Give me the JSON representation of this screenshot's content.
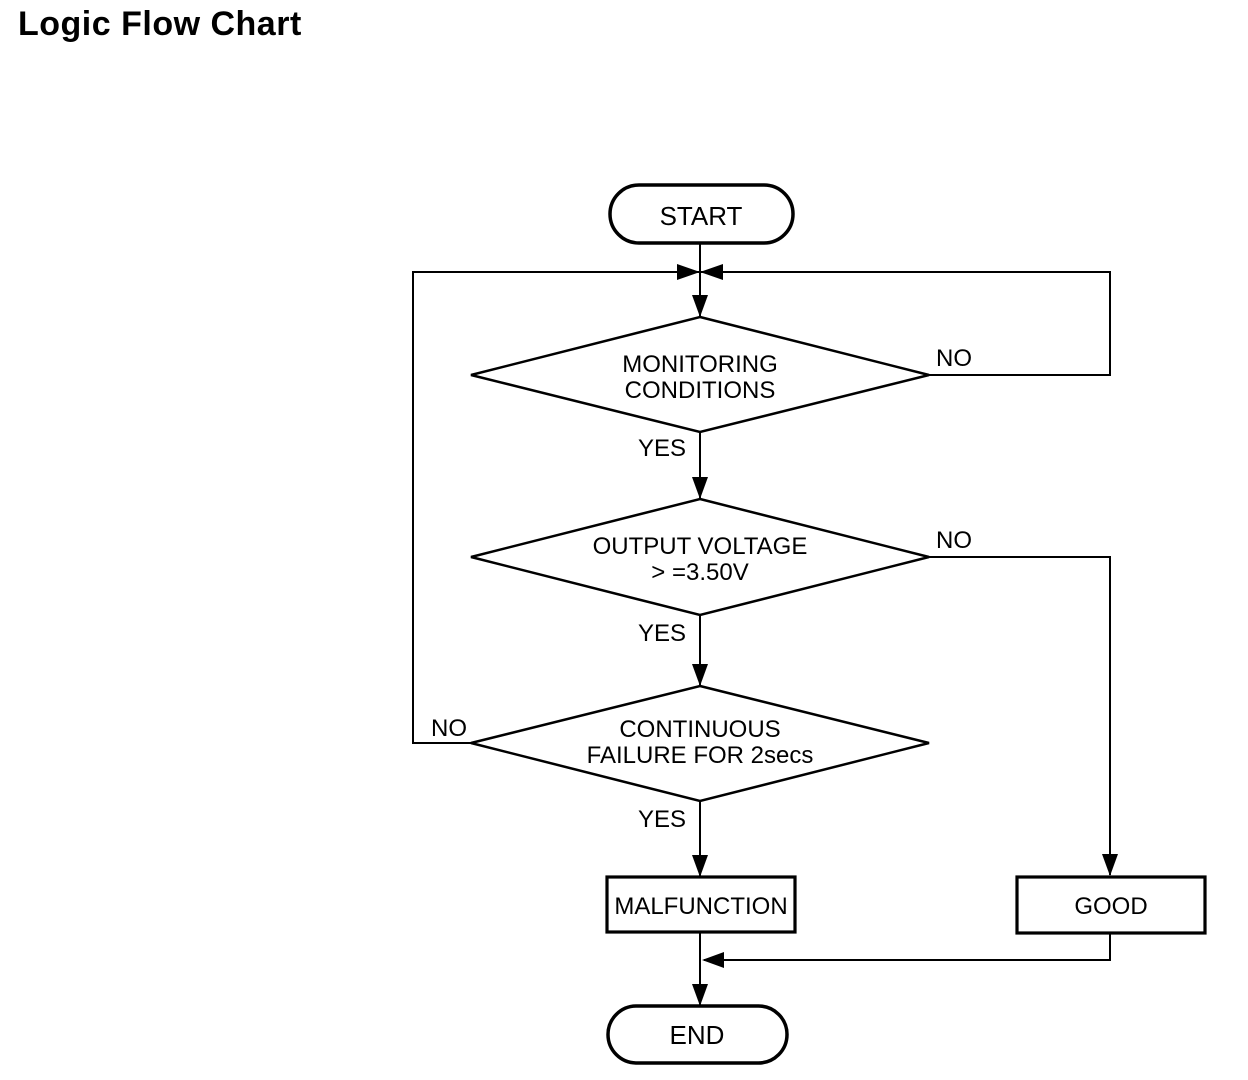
{
  "title": "Logic Flow Chart",
  "colors": {
    "ink": "#000000",
    "background": "#ffffff"
  },
  "flowchart": {
    "start": {
      "label": "START"
    },
    "decision_monitoring": {
      "line1": "MONITORING",
      "line2": "CONDITIONS",
      "yes_label": "YES",
      "no_label": "NO"
    },
    "decision_voltage": {
      "line1": "OUTPUT VOLTAGE",
      "line2": "> =3.50V",
      "yes_label": "YES",
      "no_label": "NO"
    },
    "decision_failure": {
      "line1": "CONTINUOUS",
      "line2": "FAILURE FOR 2secs",
      "yes_label": "YES",
      "no_label": "NO"
    },
    "malfunction": {
      "label": "MALFUNCTION"
    },
    "good": {
      "label": "GOOD"
    },
    "end": {
      "label": "END"
    }
  }
}
